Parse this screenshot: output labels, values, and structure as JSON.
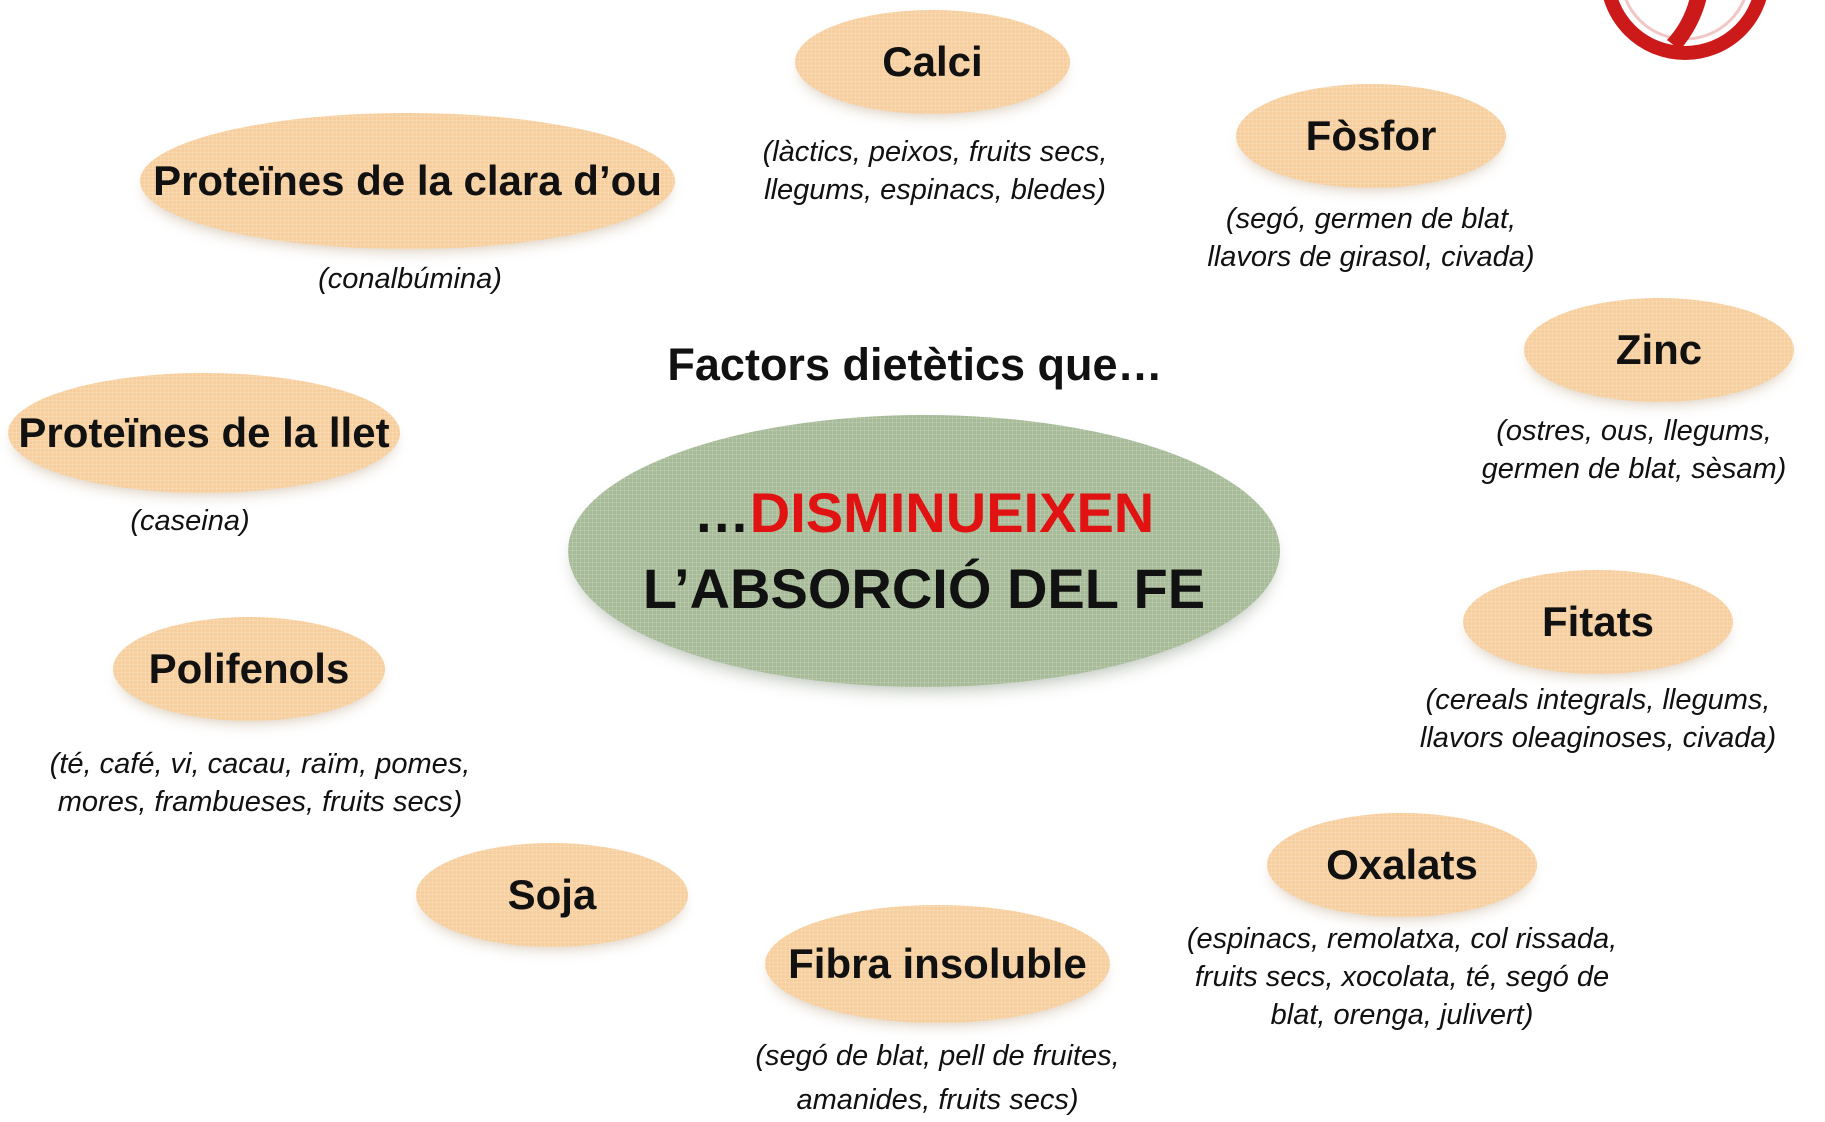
{
  "heading": "Factors dietètics que…",
  "center": {
    "prefix": "…",
    "highlight": "DISMINUEIXEN",
    "line2": "L’ABSORCIÓ DEL FE"
  },
  "colors": {
    "node_fill": "#f7cf9e",
    "center_fill": "#a7bb99",
    "highlight": "#e01212",
    "logo_red": "#cc1a1a"
  },
  "nodes": {
    "calci": {
      "label": "Calci",
      "note": [
        "(làctics, peixos, fruits secs,",
        "llegums, espinacs, bledes)"
      ]
    },
    "fosfor": {
      "label": "Fòsfor",
      "note": [
        "(segó, germen de blat,",
        "llavors de girasol, civada)"
      ]
    },
    "zinc": {
      "label": "Zinc",
      "note": [
        "(ostres, ous, llegums,",
        "germen de blat, sèsam)"
      ]
    },
    "fitats": {
      "label": "Fitats",
      "note": [
        "(cereals integrals, llegums,",
        "llavors oleaginoses, civada)"
      ]
    },
    "oxalats": {
      "label": "Oxalats",
      "note": [
        "(espinacs, remolatxa, col rissada,",
        "fruits secs, xocolata, té, segó de",
        "blat, orenga, julivert)"
      ]
    },
    "fibra": {
      "label": "Fibra insoluble",
      "note": [
        "(segó de blat, pell de fruites,",
        "amanides, fruits secs)"
      ]
    },
    "soja": {
      "label": "Soja"
    },
    "polifenols": {
      "label": "Polifenols",
      "note": [
        "(té, café, vi, cacau, raïm, pomes,",
        "mores, frambueses, fruits secs)"
      ]
    },
    "llet": {
      "label": "Proteïnes de la llet",
      "note": [
        "(caseina)"
      ]
    },
    "clara": {
      "label": "Proteïnes de la clara d’ou",
      "note": [
        "(conalbúmina)"
      ]
    }
  }
}
